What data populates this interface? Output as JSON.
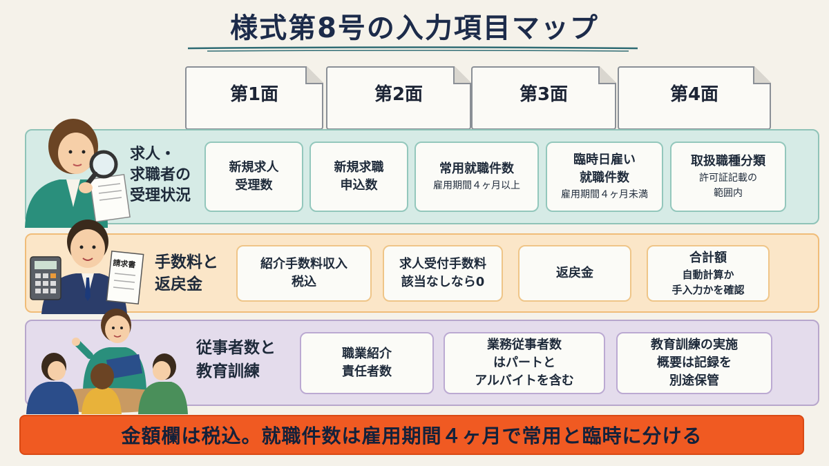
{
  "title": "様式第8号の入力項目マップ",
  "tabs": [
    "第1面",
    "第2面",
    "第3面",
    "第4面"
  ],
  "sections": {
    "reception": {
      "label": [
        "求人・",
        "求職者の",
        "受理状況"
      ],
      "items": [
        {
          "line1": "新規求人",
          "line2": "受理数"
        },
        {
          "line1": "新規求職",
          "line2": "申込数"
        },
        {
          "line1": "常用就職件数",
          "note": "雇用期間４ヶ月以上"
        },
        {
          "line1": "臨時日雇い",
          "line2": "就職件数",
          "note": "雇用期間４ヶ月未満"
        },
        {
          "line1": "取扱職種分類",
          "note1": "許可証記載の",
          "note2": "範囲内"
        }
      ]
    },
    "fees": {
      "label": [
        "手数料と",
        "返戻金"
      ],
      "items": [
        {
          "line1": "紹介手数料収入",
          "line2": "税込"
        },
        {
          "line1": "求人受付手数料",
          "line2": "該当なしなら0"
        },
        {
          "line1": "返戻金"
        },
        {
          "line1": "合計額",
          "note1": "自動計算か",
          "note2": "手入力かを確認"
        }
      ]
    },
    "staff": {
      "label": [
        "従事者数と",
        "教育訓練"
      ],
      "items": [
        {
          "line1": "職業紹介",
          "line2": "責任者数"
        },
        {
          "line1": "業務従事者数",
          "line2": "はパートと",
          "line3": "アルバイトを含む"
        },
        {
          "line1": "教育訓練の実施",
          "line2": "概要は記録を",
          "line3": "別途保管"
        }
      ]
    }
  },
  "illustration": {
    "invoice_label": "請求書"
  },
  "footer": "金額欄は税込。就職件数は雇用期間４ヶ月で常用と臨時に分ける",
  "colors": {
    "teal_band": "#d6ebe6",
    "orange_band": "#fbe6c8",
    "purple_band": "#e4dcec",
    "footer": "#f05a22",
    "title": "#1c2b4a"
  }
}
